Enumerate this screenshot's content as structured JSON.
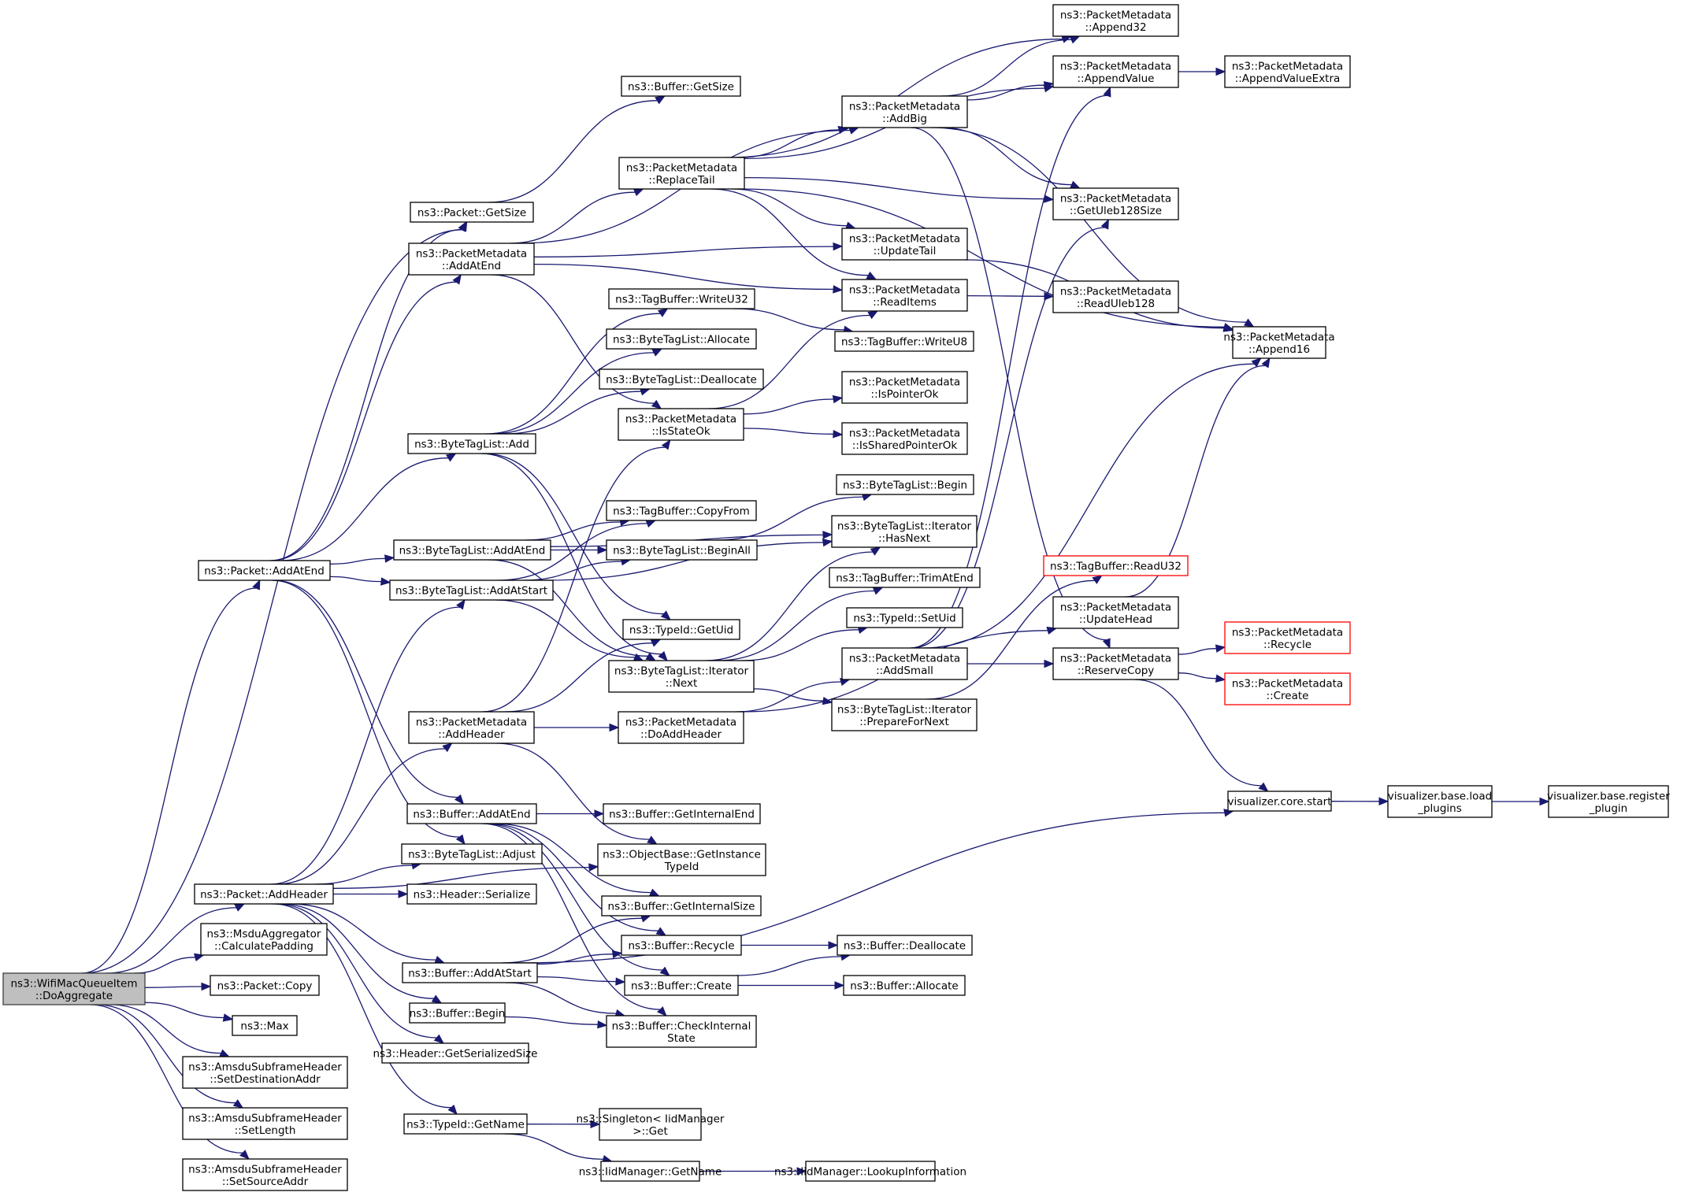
{
  "diagram": {
    "type": "call-graph",
    "colors": {
      "edge": "#191970",
      "root_fill": "#bfbfbf",
      "node_border": "#000000",
      "truncated_border": "#ff0000"
    },
    "nodes": [
      {
        "id": "root",
        "lines": [
          "ns3::WifiMacQueueItem",
          "::DoAggregate"
        ],
        "root": true
      },
      {
        "id": "pkt_getsize",
        "lines": [
          "ns3::Packet::GetSize"
        ]
      },
      {
        "id": "pkt_addatend",
        "lines": [
          "ns3::Packet::AddAtEnd"
        ]
      },
      {
        "id": "pkt_addheader",
        "lines": [
          "ns3::Packet::AddHeader"
        ]
      },
      {
        "id": "msdu_calcpad",
        "lines": [
          "ns3::MsduAggregator",
          "::CalculatePadding"
        ]
      },
      {
        "id": "pkt_copy",
        "lines": [
          "ns3::Packet::Copy"
        ]
      },
      {
        "id": "max",
        "lines": [
          "ns3::Max"
        ]
      },
      {
        "id": "amsdu_setdest",
        "lines": [
          "ns3::AmsduSubframeHeader",
          "::SetDestinationAddr"
        ]
      },
      {
        "id": "amsdu_setlen",
        "lines": [
          "ns3::AmsduSubframeHeader",
          "::SetLength"
        ]
      },
      {
        "id": "amsdu_setsrc",
        "lines": [
          "ns3::AmsduSubframeHeader",
          "::SetSourceAddr"
        ]
      },
      {
        "id": "buf_getsize",
        "lines": [
          "ns3::Buffer::GetSize"
        ]
      },
      {
        "id": "pm_addatend",
        "lines": [
          "ns3::PacketMetadata",
          "::AddAtEnd"
        ]
      },
      {
        "id": "btl_add",
        "lines": [
          "ns3::ByteTagList::Add"
        ]
      },
      {
        "id": "btl_addatend",
        "lines": [
          "ns3::ByteTagList::AddAtEnd"
        ]
      },
      {
        "id": "btl_addatstart",
        "lines": [
          "ns3::ByteTagList::AddAtStart"
        ]
      },
      {
        "id": "pm_addheader",
        "lines": [
          "ns3::PacketMetadata",
          "::AddHeader"
        ]
      },
      {
        "id": "buf_addatend",
        "lines": [
          "ns3::Buffer::AddAtEnd"
        ]
      },
      {
        "id": "btl_adjust",
        "lines": [
          "ns3::ByteTagList::Adjust"
        ]
      },
      {
        "id": "hdr_serialize",
        "lines": [
          "ns3::Header::Serialize"
        ]
      },
      {
        "id": "buf_addatstart",
        "lines": [
          "ns3::Buffer::AddAtStart"
        ]
      },
      {
        "id": "buf_begin",
        "lines": [
          "ns3::Buffer::Begin"
        ]
      },
      {
        "id": "hdr_getsersize",
        "lines": [
          "ns3::Header::GetSerializedSize"
        ]
      },
      {
        "id": "tid_getname",
        "lines": [
          "ns3::TypeId::GetName"
        ]
      },
      {
        "id": "pm_replacetail",
        "lines": [
          "ns3::PacketMetadata",
          "::ReplaceTail"
        ]
      },
      {
        "id": "tb_writeu32",
        "lines": [
          "ns3::TagBuffer::WriteU32"
        ]
      },
      {
        "id": "btl_allocate",
        "lines": [
          "ns3::ByteTagList::Allocate"
        ]
      },
      {
        "id": "btl_deallocate",
        "lines": [
          "ns3::ByteTagList::Deallocate"
        ]
      },
      {
        "id": "pm_isstateok",
        "lines": [
          "ns3::PacketMetadata",
          "::IsStateOk"
        ]
      },
      {
        "id": "tb_copyfrom",
        "lines": [
          "ns3::TagBuffer::CopyFrom"
        ]
      },
      {
        "id": "btl_beginall",
        "lines": [
          "ns3::ByteTagList::BeginAll"
        ]
      },
      {
        "id": "tid_getuid",
        "lines": [
          "ns3::TypeId::GetUid"
        ]
      },
      {
        "id": "btli_next",
        "lines": [
          "ns3::ByteTagList::Iterator",
          "::Next"
        ]
      },
      {
        "id": "pm_doaddheader",
        "lines": [
          "ns3::PacketMetadata",
          "::DoAddHeader"
        ]
      },
      {
        "id": "buf_getinternalend",
        "lines": [
          "ns3::Buffer::GetInternalEnd"
        ]
      },
      {
        "id": "ob_getinstancetypeid",
        "lines": [
          "ns3::ObjectBase::GetInstance",
          "TypeId"
        ]
      },
      {
        "id": "buf_getinternalsize",
        "lines": [
          "ns3::Buffer::GetInternalSize"
        ]
      },
      {
        "id": "buf_recycle",
        "lines": [
          "ns3::Buffer::Recycle"
        ]
      },
      {
        "id": "buf_create",
        "lines": [
          "ns3::Buffer::Create"
        ]
      },
      {
        "id": "buf_checkinternal",
        "lines": [
          "ns3::Buffer::CheckInternal",
          "State"
        ]
      },
      {
        "id": "singleton_get",
        "lines": [
          "ns3::Singleton< IidManager",
          ">::Get"
        ]
      },
      {
        "id": "iid_getname",
        "lines": [
          "ns3::IidManager::GetName"
        ]
      },
      {
        "id": "pm_addbig",
        "lines": [
          "ns3::PacketMetadata",
          "::AddBig"
        ]
      },
      {
        "id": "pm_updatetail",
        "lines": [
          "ns3::PacketMetadata",
          "::UpdateTail"
        ]
      },
      {
        "id": "pm_readitems",
        "lines": [
          "ns3::PacketMetadata",
          "::ReadItems"
        ]
      },
      {
        "id": "tb_writeu8",
        "lines": [
          "ns3::TagBuffer::WriteU8"
        ]
      },
      {
        "id": "pm_ispointerok",
        "lines": [
          "ns3::PacketMetadata",
          "::IsPointerOk"
        ]
      },
      {
        "id": "pm_issharedpointerok",
        "lines": [
          "ns3::PacketMetadata",
          "::IsSharedPointerOk"
        ]
      },
      {
        "id": "btl_begin",
        "lines": [
          "ns3::ByteTagList::Begin"
        ]
      },
      {
        "id": "btli_hasnext",
        "lines": [
          "ns3::ByteTagList::Iterator",
          "::HasNext"
        ]
      },
      {
        "id": "tb_trimatend",
        "lines": [
          "ns3::TagBuffer::TrimAtEnd"
        ]
      },
      {
        "id": "tid_setuid",
        "lines": [
          "ns3::TypeId::SetUid"
        ]
      },
      {
        "id": "pm_addsmall",
        "lines": [
          "ns3::PacketMetadata",
          "::AddSmall"
        ]
      },
      {
        "id": "btli_preparefornext",
        "lines": [
          "ns3::ByteTagList::Iterator",
          "::PrepareForNext"
        ]
      },
      {
        "id": "buf_deallocate",
        "lines": [
          "ns3::Buffer::Deallocate"
        ]
      },
      {
        "id": "buf_allocate",
        "lines": [
          "ns3::Buffer::Allocate"
        ]
      },
      {
        "id": "iid_lookupinfo",
        "lines": [
          "ns3::IidManager::LookupInformation"
        ]
      },
      {
        "id": "pm_append32",
        "lines": [
          "ns3::PacketMetadata",
          "::Append32"
        ]
      },
      {
        "id": "pm_appendvalue",
        "lines": [
          "ns3::PacketMetadata",
          "::AppendValue"
        ]
      },
      {
        "id": "pm_getuleb128size",
        "lines": [
          "ns3::PacketMetadata",
          "::GetUleb128Size"
        ]
      },
      {
        "id": "pm_readuleb128",
        "lines": [
          "ns3::PacketMetadata",
          "::ReadUleb128"
        ]
      },
      {
        "id": "tb_readu32",
        "lines": [
          "ns3::TagBuffer::ReadU32"
        ],
        "truncated": true
      },
      {
        "id": "pm_updatehead",
        "lines": [
          "ns3::PacketMetadata",
          "::UpdateHead"
        ]
      },
      {
        "id": "pm_reservecopy",
        "lines": [
          "ns3::PacketMetadata",
          "::ReserveCopy"
        ]
      },
      {
        "id": "vis_core_start",
        "lines": [
          "visualizer.core.start"
        ]
      },
      {
        "id": "pm_appendvalueextra",
        "lines": [
          "ns3::PacketMetadata",
          "::AppendValueExtra"
        ]
      },
      {
        "id": "pm_append16",
        "lines": [
          "ns3::PacketMetadata",
          "::Append16"
        ]
      },
      {
        "id": "pm_recycle",
        "lines": [
          "ns3::PacketMetadata",
          "::Recycle"
        ],
        "truncated": true
      },
      {
        "id": "pm_create",
        "lines": [
          "ns3::PacketMetadata",
          "::Create"
        ],
        "truncated": true
      },
      {
        "id": "vis_load_plugins",
        "lines": [
          "visualizer.base.load",
          "_plugins"
        ]
      },
      {
        "id": "vis_register_plugin",
        "lines": [
          "visualizer.base.register",
          "_plugin"
        ]
      }
    ],
    "edges": [
      [
        "root",
        "pkt_getsize"
      ],
      [
        "root",
        "pkt_addatend"
      ],
      [
        "root",
        "pkt_addheader"
      ],
      [
        "root",
        "msdu_calcpad"
      ],
      [
        "root",
        "pkt_copy"
      ],
      [
        "root",
        "max"
      ],
      [
        "root",
        "amsdu_setdest"
      ],
      [
        "root",
        "amsdu_setlen"
      ],
      [
        "root",
        "amsdu_setsrc"
      ],
      [
        "pkt_getsize",
        "buf_getsize"
      ],
      [
        "pkt_addatend",
        "pkt_getsize"
      ],
      [
        "pkt_addatend",
        "pm_addatend"
      ],
      [
        "pkt_addatend",
        "btl_add"
      ],
      [
        "pkt_addatend",
        "btl_addatend"
      ],
      [
        "pkt_addatend",
        "btl_addatstart"
      ],
      [
        "pkt_addatend",
        "buf_addatend"
      ],
      [
        "pkt_addatend",
        "btl_adjust"
      ],
      [
        "pkt_addheader",
        "btl_addatstart"
      ],
      [
        "pkt_addheader",
        "pm_addheader"
      ],
      [
        "pkt_addheader",
        "btl_adjust"
      ],
      [
        "pkt_addheader",
        "hdr_serialize"
      ],
      [
        "pkt_addheader",
        "ob_getinstancetypeid"
      ],
      [
        "pkt_addheader",
        "buf_addatstart"
      ],
      [
        "pkt_addheader",
        "buf_begin"
      ],
      [
        "pkt_addheader",
        "hdr_getsersize"
      ],
      [
        "pkt_addheader",
        "tid_getname"
      ],
      [
        "pm_addatend",
        "pm_replacetail"
      ],
      [
        "pm_addatend",
        "pm_addbig"
      ],
      [
        "pm_addatend",
        "pm_updatetail"
      ],
      [
        "pm_addatend",
        "pm_readitems"
      ],
      [
        "pm_addatend",
        "pm_isstateok"
      ],
      [
        "btl_add",
        "tb_writeu32"
      ],
      [
        "btl_add",
        "btl_allocate"
      ],
      [
        "btl_add",
        "btl_deallocate"
      ],
      [
        "btl_add",
        "tid_getuid"
      ],
      [
        "btl_add",
        "btli_next"
      ],
      [
        "btl_addatend",
        "tb_copyfrom"
      ],
      [
        "btl_addatend",
        "btl_beginall"
      ],
      [
        "btl_addatend",
        "btli_hasnext"
      ],
      [
        "btl_addatend",
        "btli_next"
      ],
      [
        "btl_addatstart",
        "tb_copyfrom"
      ],
      [
        "btl_addatstart",
        "btl_beginall"
      ],
      [
        "btl_addatstart",
        "btli_hasnext"
      ],
      [
        "btl_addatstart",
        "btli_next"
      ],
      [
        "pm_addheader",
        "pm_isstateok"
      ],
      [
        "pm_addheader",
        "tid_getuid"
      ],
      [
        "pm_addheader",
        "pm_doaddheader"
      ],
      [
        "pm_addheader",
        "ob_getinstancetypeid"
      ],
      [
        "buf_addatend",
        "buf_getinternalend"
      ],
      [
        "buf_addatend",
        "buf_getinternalsize"
      ],
      [
        "buf_addatend",
        "buf_recycle"
      ],
      [
        "buf_addatend",
        "buf_create"
      ],
      [
        "buf_addatend",
        "buf_checkinternal"
      ],
      [
        "buf_addatstart",
        "buf_getinternalsize"
      ],
      [
        "buf_addatstart",
        "buf_recycle"
      ],
      [
        "buf_addatstart",
        "buf_create"
      ],
      [
        "buf_addatstart",
        "buf_checkinternal"
      ],
      [
        "buf_addatstart",
        "vis_core_start"
      ],
      [
        "buf_begin",
        "buf_checkinternal"
      ],
      [
        "tid_getname",
        "singleton_get"
      ],
      [
        "tid_getname",
        "iid_getname"
      ],
      [
        "iid_getname",
        "iid_lookupinfo"
      ],
      [
        "pm_replacetail",
        "pm_append32"
      ],
      [
        "pm_replacetail",
        "pm_appendvalue"
      ],
      [
        "pm_replacetail",
        "pm_addbig"
      ],
      [
        "pm_replacetail",
        "pm_getuleb128size"
      ],
      [
        "pm_replacetail",
        "pm_updatetail"
      ],
      [
        "pm_replacetail",
        "pm_readitems"
      ],
      [
        "pm_replacetail",
        "pm_append16"
      ],
      [
        "tb_writeu32",
        "tb_writeu8"
      ],
      [
        "pm_isstateok",
        "pm_readitems"
      ],
      [
        "pm_isstateok",
        "pm_ispointerok"
      ],
      [
        "pm_isstateok",
        "pm_issharedpointerok"
      ],
      [
        "btl_beginall",
        "btl_begin"
      ],
      [
        "btli_next",
        "btli_hasnext"
      ],
      [
        "btli_next",
        "tb_trimatend"
      ],
      [
        "btli_next",
        "tid_setuid"
      ],
      [
        "btli_next",
        "btli_preparefornext"
      ],
      [
        "pm_doaddheader",
        "pm_addsmall"
      ],
      [
        "pm_doaddheader",
        "pm_updatehead"
      ],
      [
        "buf_recycle",
        "buf_deallocate"
      ],
      [
        "buf_create",
        "buf_deallocate"
      ],
      [
        "buf_create",
        "buf_allocate"
      ],
      [
        "pm_addbig",
        "pm_append32"
      ],
      [
        "pm_addbig",
        "pm_appendvalue"
      ],
      [
        "pm_addbig",
        "pm_getuleb128size"
      ],
      [
        "pm_addbig",
        "pm_append16"
      ],
      [
        "pm_addbig",
        "pm_reservecopy"
      ],
      [
        "pm_updatetail",
        "pm_append16"
      ],
      [
        "pm_readitems",
        "pm_readuleb128"
      ],
      [
        "pm_addsmall",
        "pm_appendvalue"
      ],
      [
        "pm_addsmall",
        "pm_getuleb128size"
      ],
      [
        "pm_addsmall",
        "pm_append16"
      ],
      [
        "pm_addsmall",
        "pm_reservecopy"
      ],
      [
        "btli_preparefornext",
        "tb_readu32"
      ],
      [
        "pm_updatehead",
        "pm_append16"
      ],
      [
        "pm_reservecopy",
        "pm_recycle"
      ],
      [
        "pm_reservecopy",
        "pm_create"
      ],
      [
        "pm_reservecopy",
        "vis_core_start"
      ],
      [
        "pm_appendvalue",
        "pm_appendvalueextra"
      ],
      [
        "vis_core_start",
        "vis_load_plugins"
      ],
      [
        "vis_load_plugins",
        "vis_register_plugin"
      ]
    ]
  }
}
